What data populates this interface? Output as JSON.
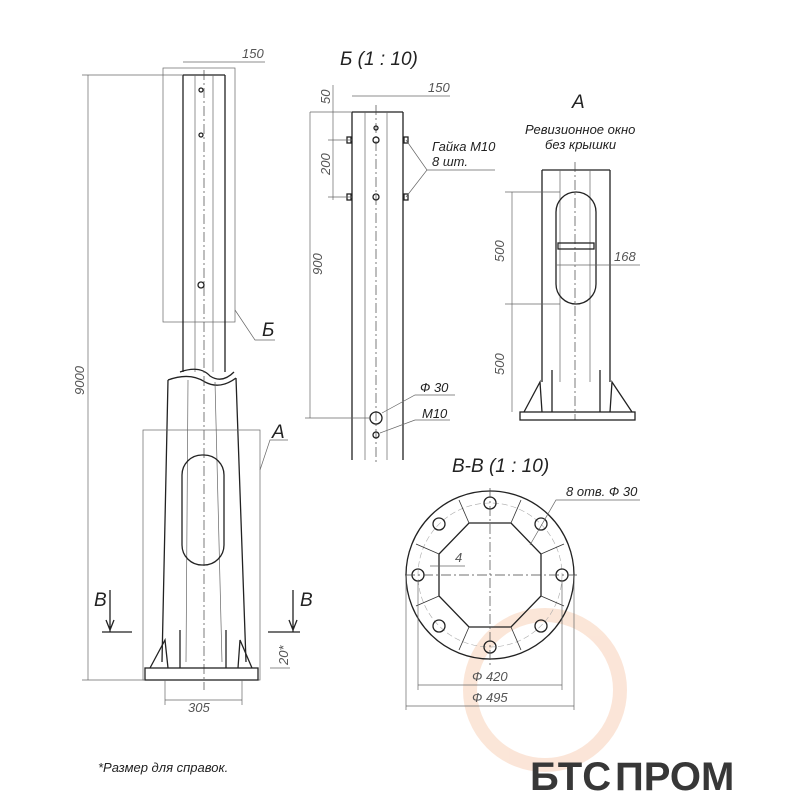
{
  "main_view": {
    "dim_top_width": "150",
    "dim_height": "9000",
    "dim_base_width": "305",
    "dim_ref": "20*",
    "callout_b": "Б",
    "callout_a": "А",
    "section_mark_left": "В",
    "section_mark_right": "В"
  },
  "detail_b": {
    "title": "Б (1 : 10)",
    "dim_50": "50",
    "dim_200": "200",
    "dim_900": "900",
    "dim_150": "150",
    "nut_label_line1": "Гайка М10",
    "nut_label_line2": "8 шт.",
    "hole_label": "Ф 30",
    "thread_label": "М10"
  },
  "detail_a": {
    "title": "А",
    "subtitle_line1": "Ревизионное окно",
    "subtitle_line2": "без крышки",
    "dim_500_top": "500",
    "dim_500_bottom": "500",
    "dim_168": "168"
  },
  "section_bb": {
    "title": "В-В (1 : 10)",
    "holes_label": "8 отв. Ф 30",
    "dim_4": "4",
    "dim_420": "Ф 420",
    "dim_495": "Ф 495"
  },
  "footnote": "*Размер для справок.",
  "watermark": {
    "part1": "БТС",
    "part2": "ПРОМ",
    "color_gray": "#d9d9d9",
    "color_orange": "#fbd9c4"
  }
}
